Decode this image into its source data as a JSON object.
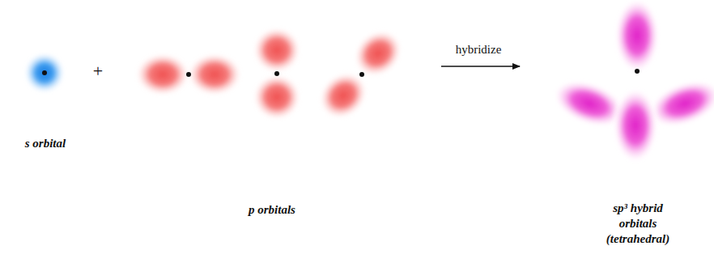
{
  "diagram": {
    "labels": [
      "s orbital",
      "+",
      "p orbitals",
      "hybridize",
      "sp³ hybrid orbitals (tetrahedral)"
    ]
  }
}
